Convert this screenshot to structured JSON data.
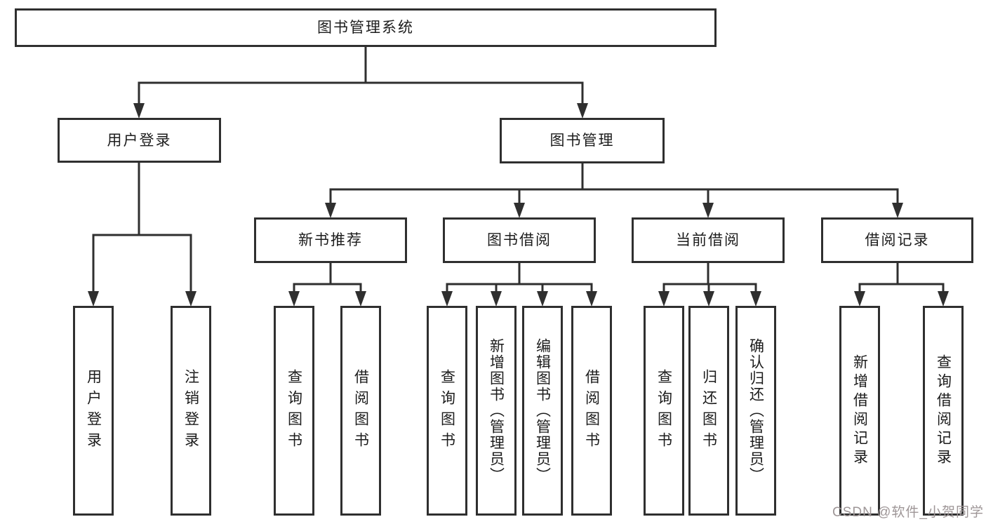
{
  "tree": {
    "root": {
      "label": "图书管理系统"
    },
    "branches": [
      {
        "label": "用户登录",
        "children": [
          {
            "label": "用户登录"
          },
          {
            "label": "注销登录"
          }
        ]
      },
      {
        "label": "图书管理",
        "children": [
          {
            "label": "新书推荐",
            "children": [
              {
                "label": "查询图书"
              },
              {
                "label": "借阅图书"
              }
            ]
          },
          {
            "label": "图书借阅",
            "children": [
              {
                "label": "查询图书"
              },
              {
                "label": "新增图书（管理员）"
              },
              {
                "label": "编辑图书（管理员）"
              },
              {
                "label": "借阅图书"
              }
            ]
          },
          {
            "label": "当前借阅",
            "children": [
              {
                "label": "查询图书"
              },
              {
                "label": "归还图书"
              },
              {
                "label": "确认归还（管理员）"
              }
            ]
          },
          {
            "label": "借阅记录",
            "children": [
              {
                "label": "新增借阅记录"
              },
              {
                "label": "查询借阅记录"
              }
            ]
          }
        ]
      }
    ]
  },
  "watermark": {
    "text": "CSDN @软件_小贺同学"
  },
  "colors": {
    "line": "#2f2f2f",
    "box_border": "#2f2f2f",
    "text": "#1c1c1c",
    "watermark": "#9e9697",
    "background": "#ffffff"
  }
}
